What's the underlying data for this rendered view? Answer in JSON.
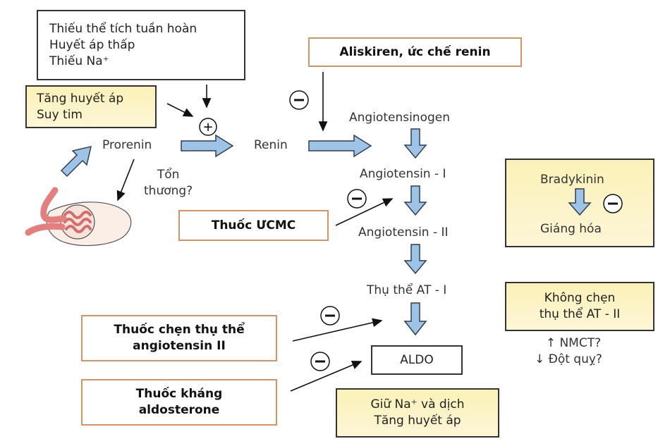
{
  "diagram": {
    "triggers_box": {
      "lines": [
        "Thiếu thể tích tuần hoàn",
        "Huyết áp thấp",
        "Thiếu Na⁺"
      ]
    },
    "conditions_box": {
      "lines": [
        "Tăng huyết áp",
        "Suy tim"
      ]
    },
    "aliskiren_box": {
      "text": "Aliskiren, ức chế renin"
    },
    "acei_box": {
      "text": "Thuốc ƯCMC"
    },
    "arb_box": {
      "lines": [
        "Thuốc chẹn thụ thể",
        "angiotensin II"
      ]
    },
    "aldo_antagonist_box": {
      "lines": [
        "Thuốc kháng",
        "aldosterone"
      ]
    },
    "bradykinin_box": {
      "top": "Bradykinin",
      "bottom": "Giáng hóa",
      "sign": "−"
    },
    "at2_box": {
      "lines": [
        "Không chẹn",
        "thụ thể AT - II"
      ]
    },
    "at2_effects": {
      "lines": [
        "↑ NMCT?",
        "↓ Đột quỵ?"
      ]
    },
    "aldo_box": {
      "text": "ALDO"
    },
    "effect_box": {
      "lines": [
        "Giữ Na⁺ và dịch",
        "Tăng huyết áp"
      ]
    },
    "nodes": {
      "prorenin": "Prorenin",
      "renin": "Renin",
      "angiotensinogen": "Angiotensinogen",
      "angiotensin1": "Angiotensin - I",
      "angiotensin2": "Angiotensin - II",
      "at1": "Thụ thể AT - I",
      "damage": [
        "Tổn",
        "thương?"
      ]
    },
    "signs": {
      "plus": "+",
      "minus": "−"
    },
    "colors": {
      "arrow_fill": "#9dc3e6",
      "arrow_stroke": "#2f3e50",
      "drug_border": "#d9935f",
      "note_fill": "#fbf1b8"
    }
  }
}
